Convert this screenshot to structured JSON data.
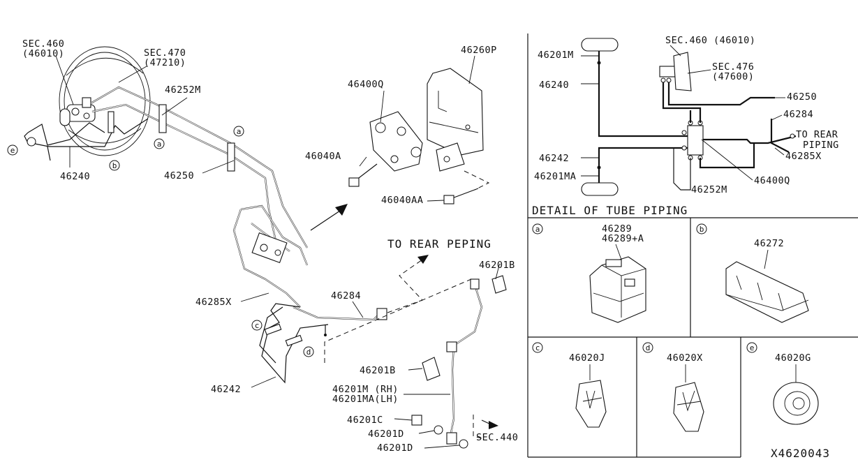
{
  "main_diagram": {
    "labels": {
      "sec460_line1": "SEC.460",
      "sec460_line2": "(46010)",
      "sec470_line1": "SEC.470",
      "sec470_line2": "(47210)",
      "p46252M": "46252M",
      "p46240": "46240",
      "p46250": "46250",
      "p46260P": "46260P",
      "p46400Q": "46400Q",
      "p46040A": "46040A",
      "p46040AA": "46040AA",
      "to_rear_peping": "TO REAR PEPING",
      "p46201B_top": "46201B",
      "p46284": "46284",
      "p46285X": "46285X",
      "p46201B_mid": "46201B",
      "p46201M": "46201M (RH)",
      "p46201MA": "46201MA(LH)",
      "p46201C": "46201C",
      "p46201D_a": "46201D",
      "p46201D_b": "46201D",
      "sec440": "SEC.440",
      "p46242": "46242"
    },
    "callouts": {
      "a": "a",
      "b": "b",
      "c": "c",
      "d": "d",
      "e": "e"
    }
  },
  "detail": {
    "labels": {
      "p46201M": "46201M",
      "p46240": "46240",
      "p46242": "46242",
      "p46201MA": "46201MA",
      "sec460": "SEC.460 (46010)",
      "sec476_line1": "SEC.476",
      "sec476_line2": "(47600)",
      "p46250": "46250",
      "p46284": "46284",
      "to_rear_line1": "TO REAR",
      "to_rear_line2": "PIPING",
      "p46285X": "46285X",
      "p46400Q": "46400Q",
      "p46252M": "46252M"
    },
    "title": "DETAIL OF TUBE PIPING"
  },
  "clip_panels": {
    "a": {
      "letter": "a",
      "line1": "46289",
      "line2": "46289+A"
    },
    "b": {
      "letter": "b",
      "line1": "46272"
    },
    "c": {
      "letter": "c",
      "line1": "46020J"
    },
    "d": {
      "letter": "d",
      "line1": "46020X"
    },
    "e": {
      "letter": "e",
      "line1": "46020G"
    }
  },
  "figure_code": "X4620043"
}
